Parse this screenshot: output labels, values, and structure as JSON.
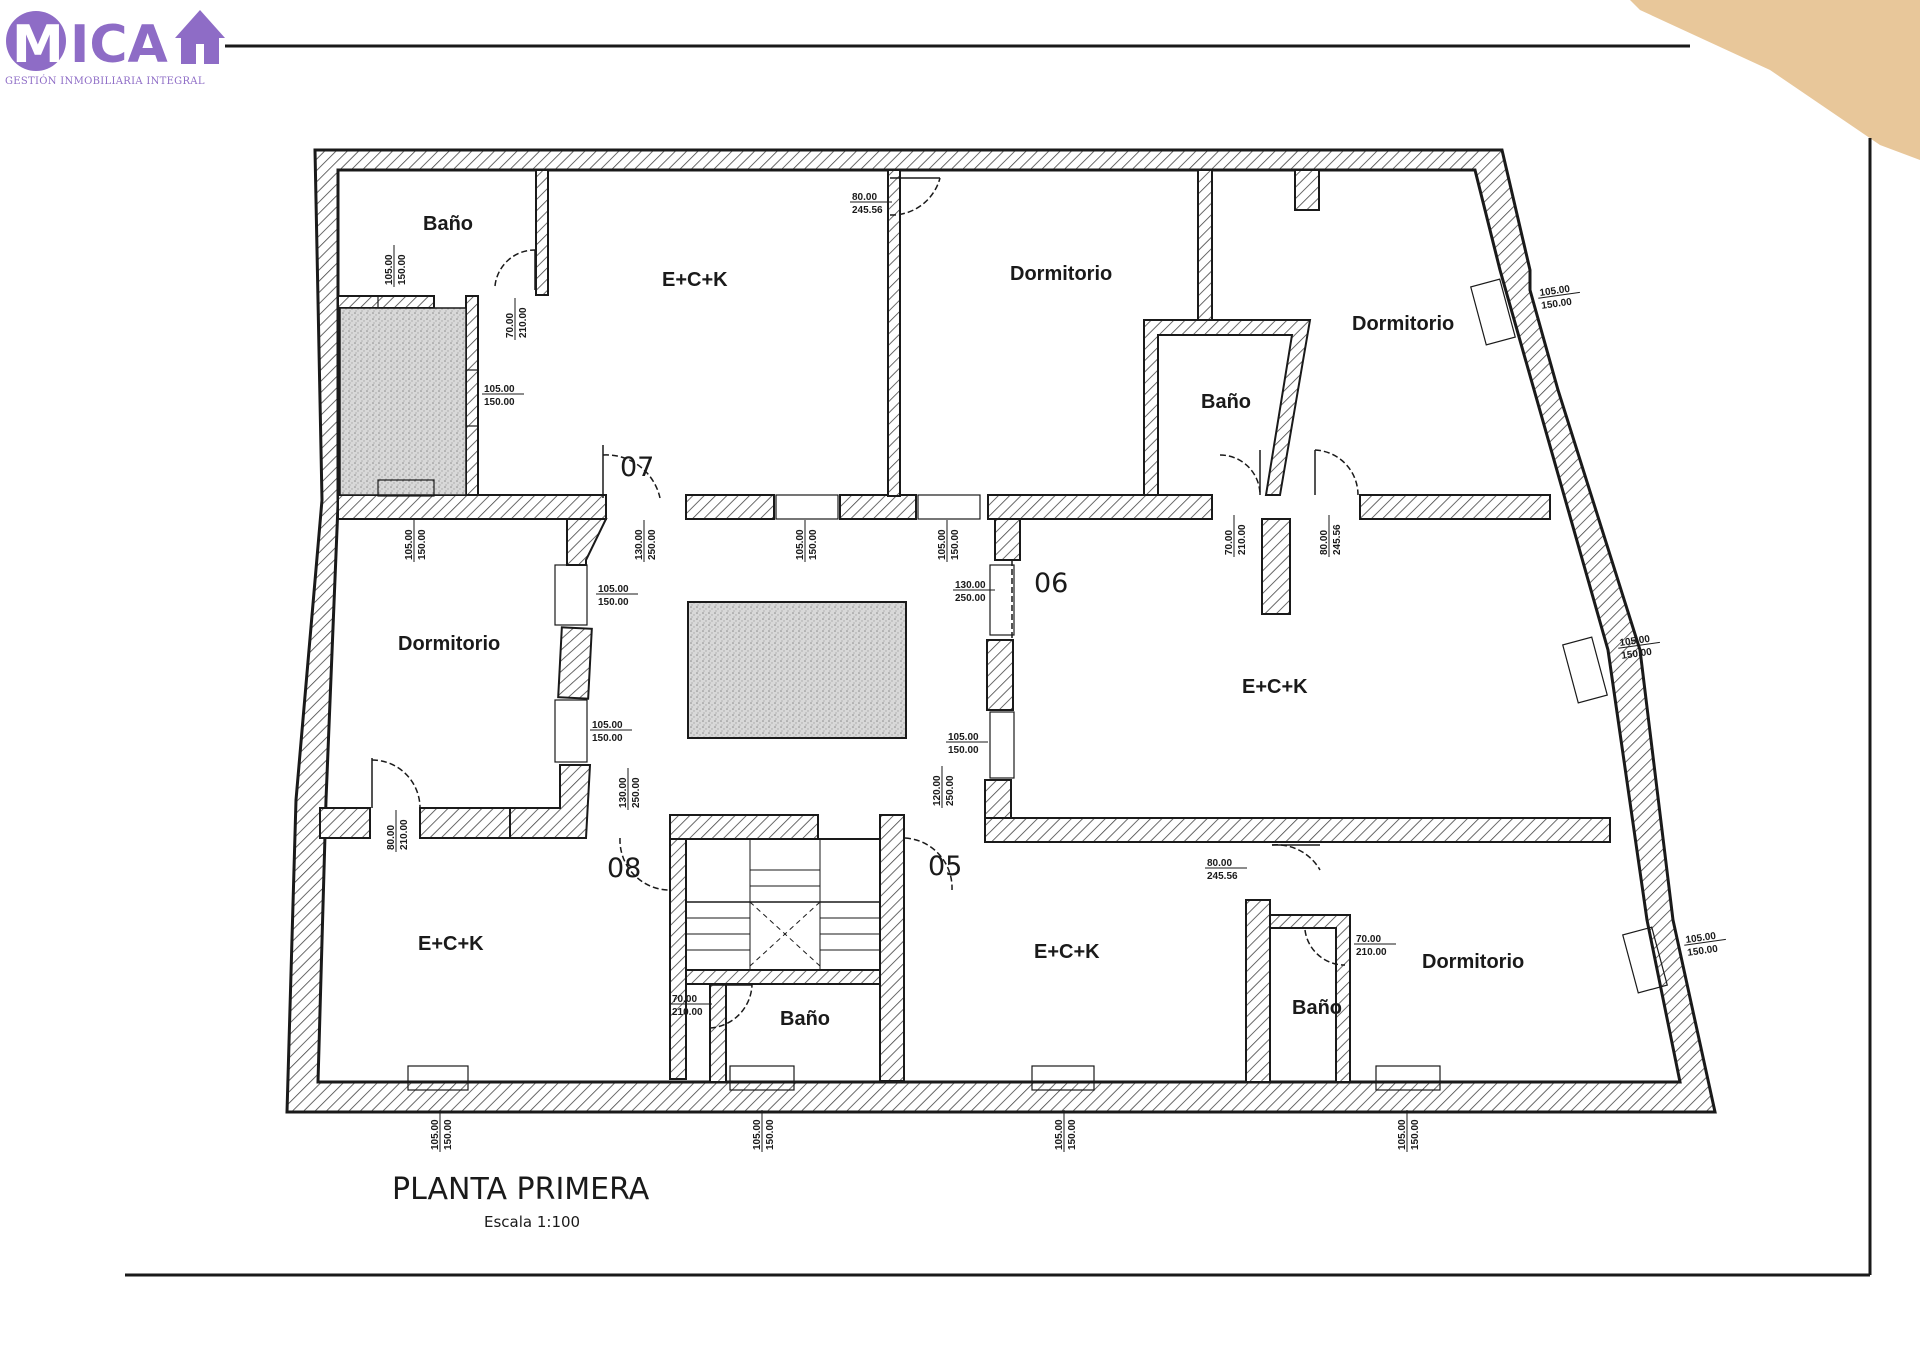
{
  "logo": {
    "brand": "MICAI",
    "tagline": "GESTIÓN INMOBILIARIA INTEGRAL",
    "color": "#8e6cc6"
  },
  "plan": {
    "title": "PLANTA PRIMERA",
    "scale": "Escala 1:100",
    "rooms": {
      "bano_1": "Baño",
      "ecck_1": "E+C+K",
      "dormitorio_1": "Dormitorio",
      "dormitorio_2": "Dormitorio",
      "bano_2": "Baño",
      "dormitorio_3": "Dormitorio",
      "ecck_2": "E+C+K",
      "ecck_3": "E+C+K",
      "bano_3": "Baño",
      "ecck_4": "E+C+K",
      "bano_4": "Baño",
      "dormitorio_4": "Dormitorio"
    },
    "units": {
      "u07": "07",
      "u06": "06",
      "u08": "08",
      "u05": "05"
    },
    "dimensions": {
      "d_bano1_win": [
        "105.00",
        "150.00"
      ],
      "d_bano1_door": [
        "70.00",
        "210.00"
      ],
      "d_patio_win": [
        "105.00",
        "150.00"
      ],
      "d_top_80": [
        "80.00",
        "245.56"
      ],
      "d_dorm2_win": [
        "105.00",
        "150.00"
      ],
      "d_patio_bottom": [
        "105.00",
        "150.00"
      ],
      "d_07_door": [
        "130.00",
        "250.00"
      ],
      "d_hall_win_top": [
        "105.00",
        "150.00"
      ],
      "d_hall_win_top2": [
        "105.00",
        "150.00"
      ],
      "d_bano2_door": [
        "70.00",
        "210.00"
      ],
      "d_06_door80": [
        "80.00",
        "245.56"
      ],
      "d_dorm3_left_win": [
        "105.00",
        "150.00"
      ],
      "d_06_entry": [
        "130.00",
        "250.00"
      ],
      "d_dorm3_win_low": [
        "105.00",
        "150.00"
      ],
      "d_east_win": [
        "105.00",
        "150.00"
      ],
      "d_hall_left_win2": [
        "105.00",
        "150.00"
      ],
      "d_dorm3_door": [
        "80.00",
        "210.00"
      ],
      "d_08_door": [
        "130.00",
        "250.00"
      ],
      "d_05_door": [
        "120.00",
        "250.00"
      ],
      "d_05_80": [
        "80.00",
        "245.56"
      ],
      "d_bano4_door": [
        "70.00",
        "210.00"
      ],
      "d_east_win2": [
        "105.00",
        "150.00"
      ],
      "d_bano3_door": [
        "70.00",
        "210.00"
      ],
      "d_bot1": [
        "105.00",
        "150.00"
      ],
      "d_bot2": [
        "105.00",
        "150.00"
      ],
      "d_bot3": [
        "105.00",
        "150.00"
      ],
      "d_bot4": [
        "105.00",
        "150.00"
      ]
    }
  }
}
